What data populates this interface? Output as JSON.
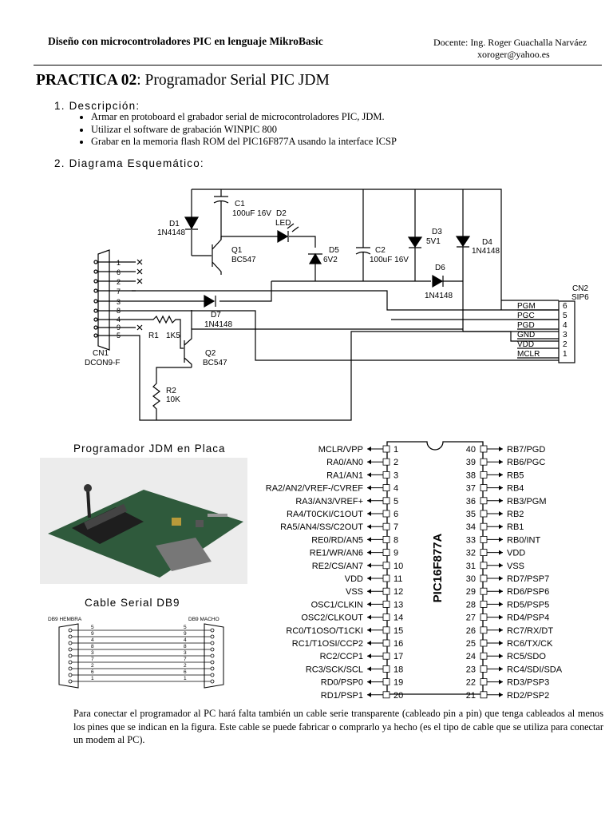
{
  "header": {
    "title": "Diseño con microcontroladores PIC en lenguaje MikroBasic",
    "teacher": "Docente: Ing. Roger Guachalla Narváez",
    "email": "xoroger@yahoo.es"
  },
  "practice": {
    "number": "PRACTICA 02",
    "title": ": Programador Serial PIC JDM"
  },
  "sections": {
    "s1": "1.  Descripción:",
    "s2": "2.  Diagrama Esquemático:"
  },
  "description_items": [
    "Armar en protoboard el grabador serial de microcontroladores PIC, JDM.",
    "Utilizar el software de grabación WINPIC 800",
    "Grabar en la memoria flash ROM del PIC16F877A  usando la interface ICSP"
  ],
  "schematic": {
    "c1": "C1",
    "c1_val": "100uF 16V",
    "d2": "D2",
    "d2_led": "LED",
    "d1": "D1",
    "d1_val": "1N4148",
    "q1": "Q1",
    "q1_val": "BC547",
    "d5": "D5",
    "d5_val": "6V2",
    "c2": "C2",
    "c2_val": "100uF 16V",
    "d3": "D3",
    "d3_val": "5V1",
    "d4": "D4",
    "d4_val": "1N4148",
    "d6": "D6",
    "d6_val": "1N4148",
    "d7": "D7",
    "d7_val": "1N4148",
    "r1": "R1",
    "r1_val": "1K5",
    "q2": "Q2",
    "q2_val": "BC547",
    "r2": "R2",
    "r2_val": "10K",
    "cn1": "CN1",
    "cn1_val": "DCON9-F",
    "cn2": "CN2",
    "cn2_val": "SIP6",
    "cn1_pins": [
      "1",
      "6",
      "2",
      "7",
      "3",
      "8",
      "4",
      "9",
      "5"
    ],
    "cn2_signals": [
      "PGM",
      "PGC",
      "PGD",
      "GND",
      "VDD",
      "MCLR"
    ],
    "cn2_pins": [
      "6",
      "5",
      "4",
      "3",
      "2",
      "1"
    ]
  },
  "captions": {
    "jdm": "Programador JDM en Placa",
    "db9": "Cable Serial DB9"
  },
  "cable": {
    "left": "DB9 HEMBRA",
    "right": "DB9 MACHO",
    "pins": [
      "5",
      "9",
      "4",
      "8",
      "3",
      "7",
      "2",
      "6",
      "1"
    ]
  },
  "chip": {
    "name": "PIC16F877A",
    "left_pins": [
      {
        "num": "1",
        "label": "MCLR/VPP"
      },
      {
        "num": "2",
        "label": "RA0/AN0"
      },
      {
        "num": "3",
        "label": "RA1/AN1"
      },
      {
        "num": "4",
        "label": "RA2/AN2/VREF-/CVREF"
      },
      {
        "num": "5",
        "label": "RA3/AN3/VREF+"
      },
      {
        "num": "6",
        "label": "RA4/T0CKI/C1OUT"
      },
      {
        "num": "7",
        "label": "RA5/AN4/SS/C2OUT"
      },
      {
        "num": "8",
        "label": "RE0/RD/AN5"
      },
      {
        "num": "9",
        "label": "RE1/WR/AN6"
      },
      {
        "num": "10",
        "label": "RE2/CS/AN7"
      },
      {
        "num": "11",
        "label": "VDD"
      },
      {
        "num": "12",
        "label": "VSS"
      },
      {
        "num": "13",
        "label": "OSC1/CLKIN"
      },
      {
        "num": "14",
        "label": "OSC2/CLKOUT"
      },
      {
        "num": "15",
        "label": "RC0/T1OSO/T1CKI"
      },
      {
        "num": "16",
        "label": "RC1/T1OSI/CCP2"
      },
      {
        "num": "17",
        "label": "RC2/CCP1"
      },
      {
        "num": "18",
        "label": "RC3/SCK/SCL"
      },
      {
        "num": "19",
        "label": "RD0/PSP0"
      },
      {
        "num": "20",
        "label": "RD1/PSP1"
      }
    ],
    "right_pins": [
      {
        "num": "40",
        "label": "RB7/PGD"
      },
      {
        "num": "39",
        "label": "RB6/PGC"
      },
      {
        "num": "38",
        "label": "RB5"
      },
      {
        "num": "37",
        "label": "RB4"
      },
      {
        "num": "36",
        "label": "RB3/PGM"
      },
      {
        "num": "35",
        "label": "RB2"
      },
      {
        "num": "34",
        "label": "RB1"
      },
      {
        "num": "33",
        "label": "RB0/INT"
      },
      {
        "num": "32",
        "label": "VDD"
      },
      {
        "num": "31",
        "label": "VSS"
      },
      {
        "num": "30",
        "label": "RD7/PSP7"
      },
      {
        "num": "29",
        "label": "RD6/PSP6"
      },
      {
        "num": "28",
        "label": "RD5/PSP5"
      },
      {
        "num": "27",
        "label": "RD4/PSP4"
      },
      {
        "num": "26",
        "label": "RC7/RX/DT"
      },
      {
        "num": "25",
        "label": "RC6/TX/CK"
      },
      {
        "num": "24",
        "label": "RC5/SDO"
      },
      {
        "num": "23",
        "label": "RC4/SDI/SDA"
      },
      {
        "num": "22",
        "label": "RD3/PSP3"
      },
      {
        "num": "21",
        "label": "RD2/PSP2"
      }
    ]
  },
  "paragraph": "Para conectar el programador al PC hará falta también un cable serie transparente (cableado pin a pin) que tenga cableados al menos los pines que se indican en la figura. Este cable se puede fabricar o comprarlo ya hecho (es el tipo de cable que se utiliza para conectar un modem al PC)."
}
